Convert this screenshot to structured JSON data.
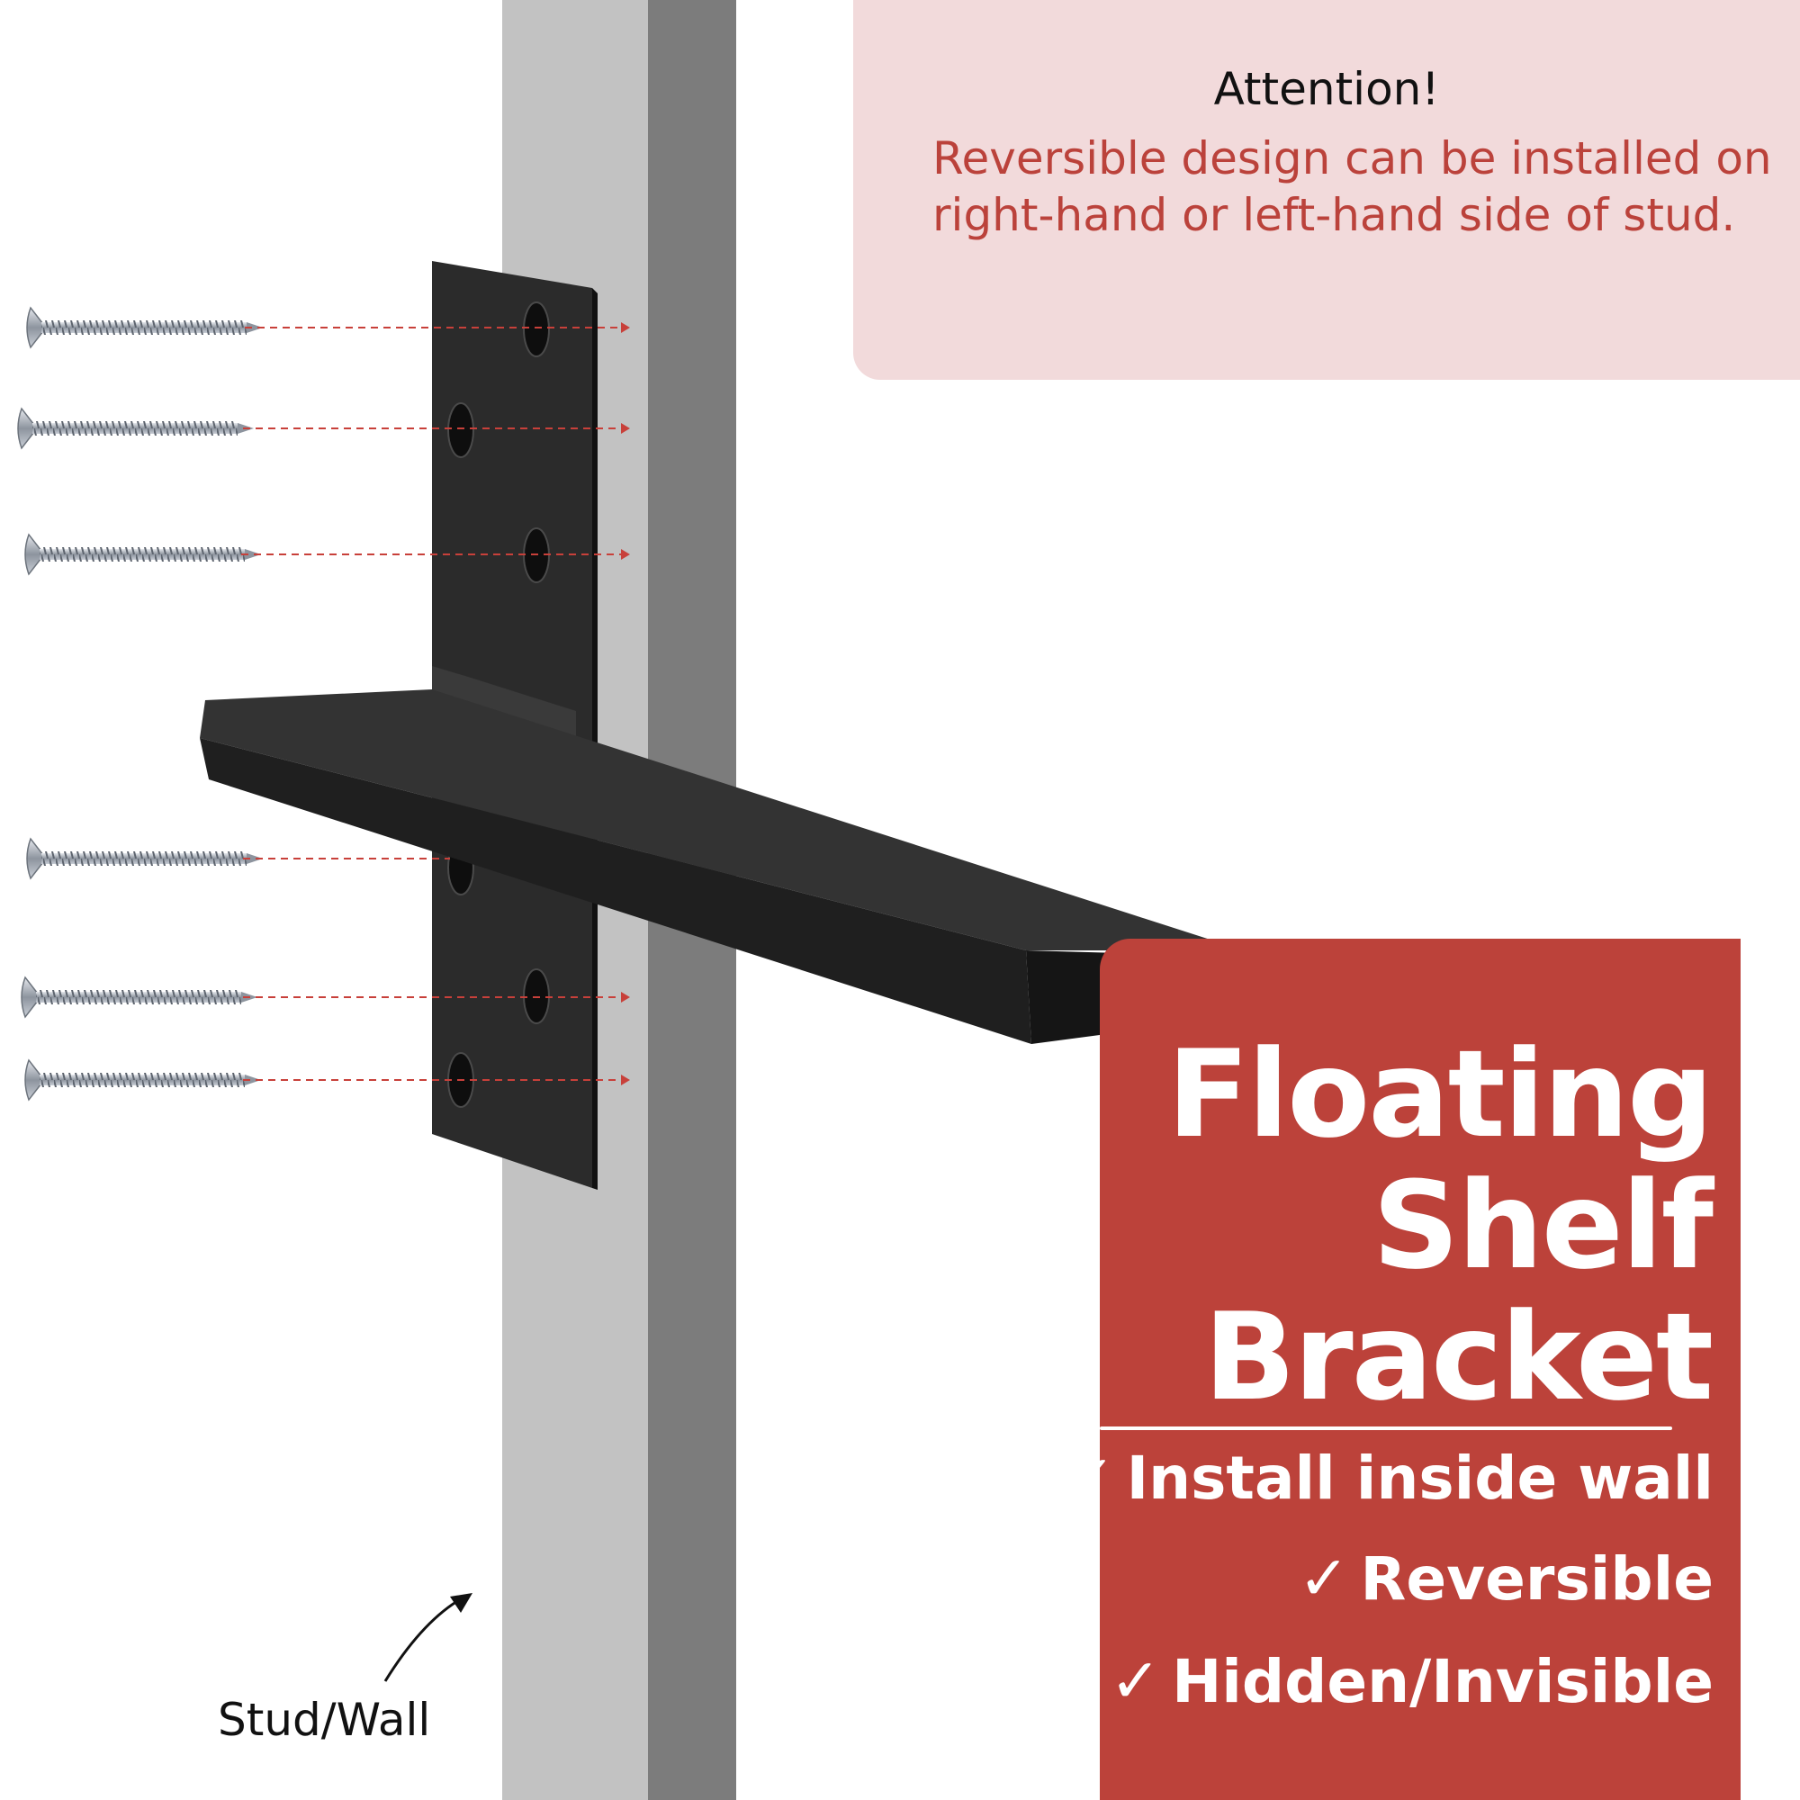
{
  "attention": {
    "title": "Attention!",
    "body": "Reversible design can be installed on right-hand or left-hand side of stud."
  },
  "product": {
    "title_line1": "Floating",
    "title_line2": "Shelf",
    "title_line3": "Bracket"
  },
  "features": [
    {
      "check": "✓",
      "label": "Install inside wall"
    },
    {
      "check": "✓",
      "label": "Reversible"
    },
    {
      "check": "✓",
      "label": "Hidden/Invisible"
    }
  ],
  "stud_label": "Stud/Wall",
  "colors": {
    "accent_red": "#bc423a",
    "attention_bg": "#f2dadb",
    "attention_text": "#bb423b",
    "bracket": "#2a2a2a",
    "stud_light": "#c2c2c2",
    "stud_dark": "#7c7c7c"
  },
  "icons": [
    "screw-icon",
    "arrow-icon",
    "check-icon"
  ]
}
